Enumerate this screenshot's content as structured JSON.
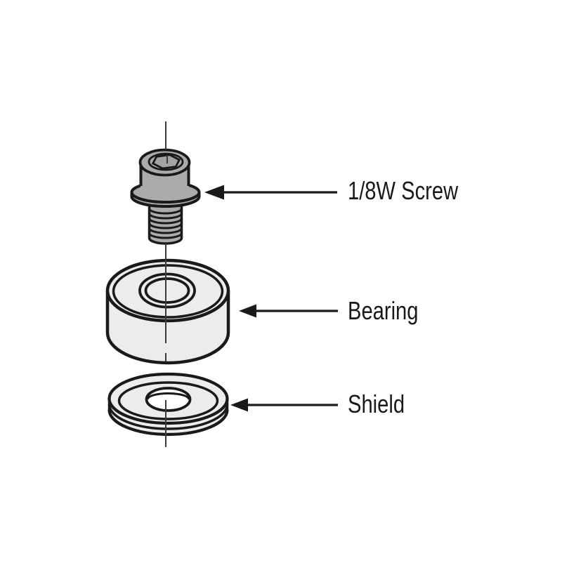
{
  "figure": {
    "type": "exploded-assembly-diagram",
    "parts": [
      {
        "name": "screw",
        "label": "1/8W Screw"
      },
      {
        "name": "bearing",
        "label": "Bearing"
      },
      {
        "name": "shield",
        "label": "Shield"
      }
    ],
    "colors": {
      "background": "#ffffff",
      "outline": "#1a1a1a",
      "centerline": "#3a3a3a",
      "screw_fill": "#ababab",
      "part_fill": "#ececec",
      "label": "#1a1a1a"
    }
  }
}
